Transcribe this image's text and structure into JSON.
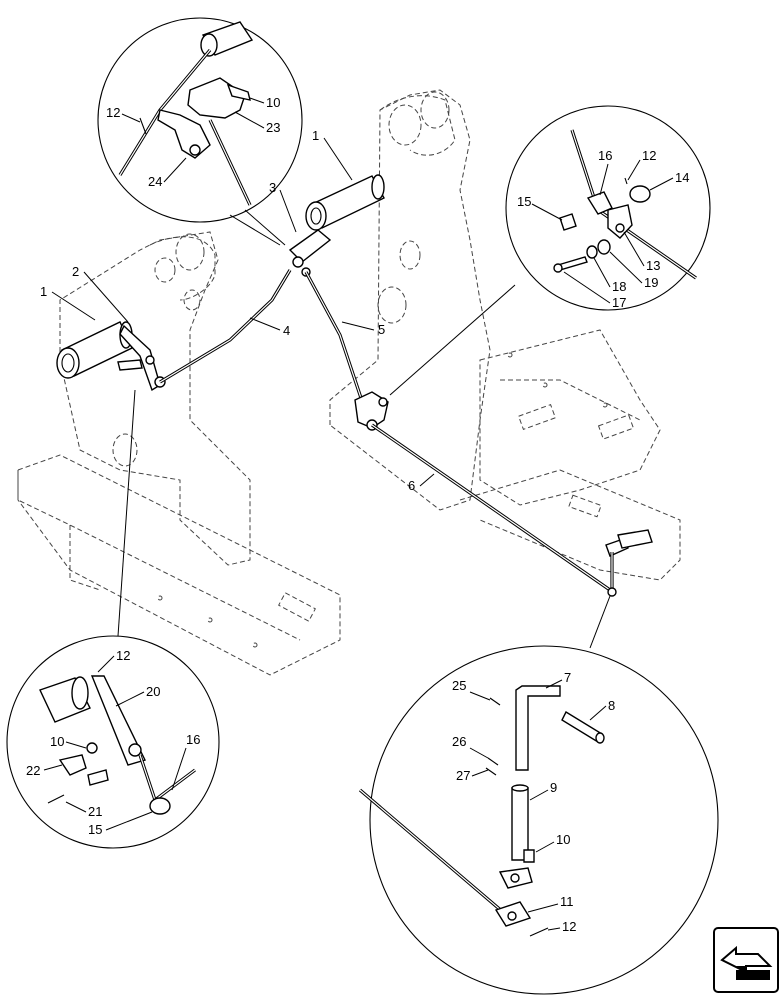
{
  "callouts": {
    "c1a": "1",
    "c1b": "1",
    "c2": "2",
    "c3": "3",
    "c4": "4",
    "c5": "5",
    "c6": "6",
    "tl10": "10",
    "tl12": "12",
    "tl23": "23",
    "tl24": "24",
    "tr12": "12",
    "tr13": "13",
    "tr14": "14",
    "tr15": "15",
    "tr16": "16",
    "tr17": "17",
    "tr18": "18",
    "tr19": "19",
    "bl10": "10",
    "bl12": "12",
    "bl15": "15",
    "bl16": "16",
    "bl20": "20",
    "bl21": "21",
    "bl22": "22",
    "br7": "7",
    "br8": "8",
    "br9": "9",
    "br10": "10",
    "br11": "11",
    "br12": "12",
    "br25": "25",
    "br26": "26",
    "br27": "27"
  },
  "nav": {
    "icon": "navigation-arrow-icon"
  }
}
